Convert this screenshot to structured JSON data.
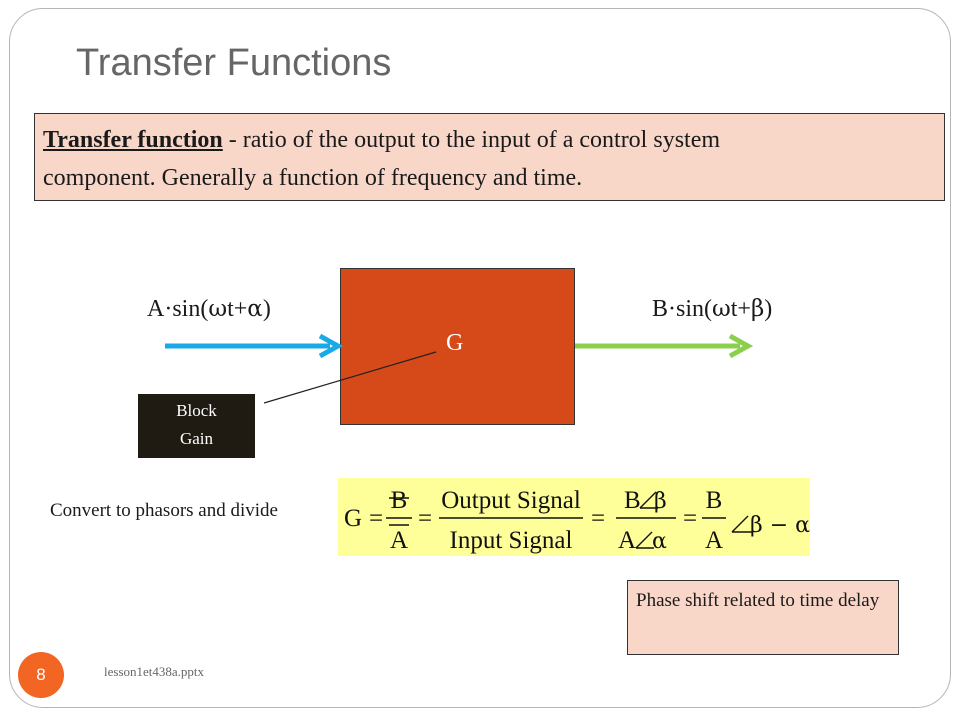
{
  "slide": {
    "title": "Transfer Functions",
    "page_number": "8",
    "footer": "lesson1et438a.pptx"
  },
  "definition": {
    "term": "Transfer function",
    "text_line1": " - ratio of the output to the input of a control system",
    "text_line2": "component.  Generally a function of  frequency and time."
  },
  "diagram": {
    "block_label": "G",
    "input_prefix": "A·sin(",
    "input_omega": "ω",
    "input_t": "t+",
    "input_phase": "α",
    "input_close": ")",
    "output_prefix": "B·sin(",
    "output_omega": "ω",
    "output_t": "t+",
    "output_phase": "β",
    "output_close": ")",
    "gain_line1": "Block",
    "gain_line2": "Gain",
    "colors": {
      "block": "#d54a18",
      "input_arrow": "#19a9e6",
      "output_arrow": "#8ccf4c",
      "gain_box": "#1f1b12"
    }
  },
  "conversion": {
    "note": "Convert to phasors and divide"
  },
  "formula": {
    "lhs": "G",
    "eq1": "=",
    "frac1_num": "B",
    "frac1_den": "A",
    "eq2": "=",
    "frac2_num": "Output Signal",
    "frac2_den": "Input Signal",
    "eq3": "=",
    "frac3_num": "B",
    "frac3_num_angle": "β",
    "frac3_den": "A",
    "frac3_den_angle": "α",
    "eq4": "=",
    "frac4_num": "B",
    "frac4_den": "A",
    "result_phase": "β − α"
  },
  "phase_note": {
    "text": "Phase shift related to time delay"
  }
}
